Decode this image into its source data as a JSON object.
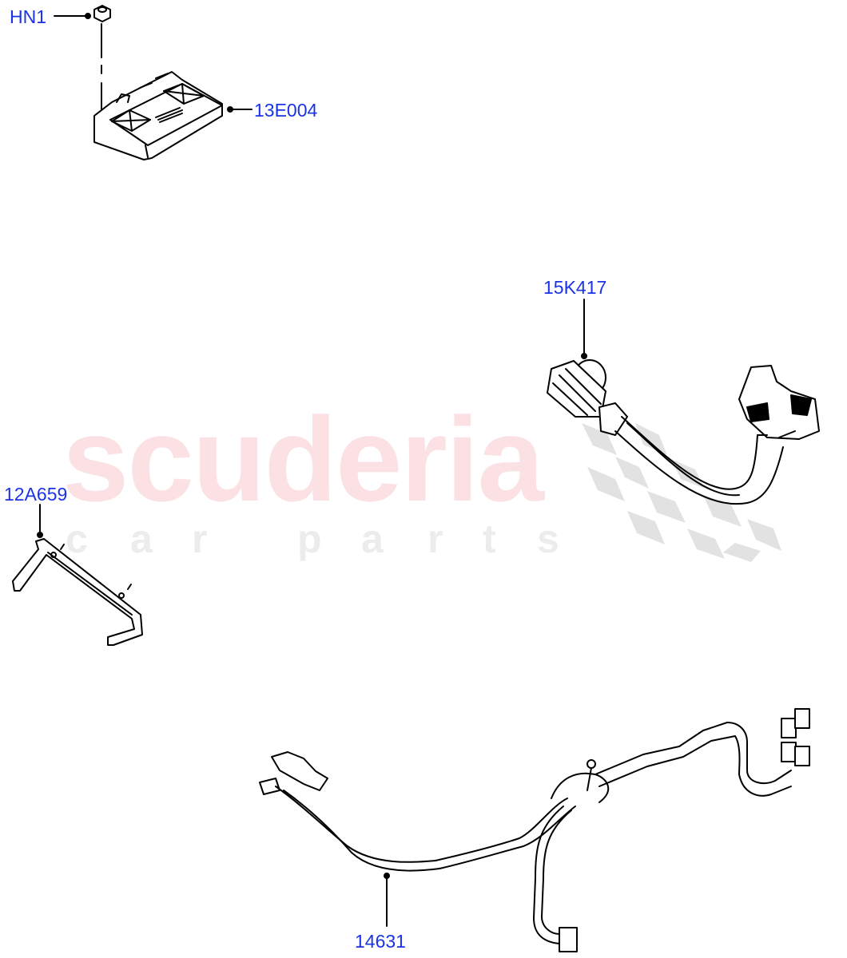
{
  "watermark": {
    "brand": "scuderia",
    "subtitle_letters": [
      "c",
      "a",
      "r",
      "p",
      "a",
      "r",
      "t",
      "s"
    ],
    "brand_color": "#fbe1e4",
    "subtitle_color": "#ececec"
  },
  "callout_color": "#1a33e6",
  "parts": [
    {
      "id": "HN1",
      "label": "HN1",
      "description": "nut"
    },
    {
      "id": "13E004",
      "label": "13E004",
      "description": "control module with bracket"
    },
    {
      "id": "15K417",
      "label": "15K417",
      "description": "trailer socket harness"
    },
    {
      "id": "12A659",
      "label": "12A659",
      "description": "bracket"
    },
    {
      "id": "14631",
      "label": "14631",
      "description": "wiring harness"
    }
  ]
}
